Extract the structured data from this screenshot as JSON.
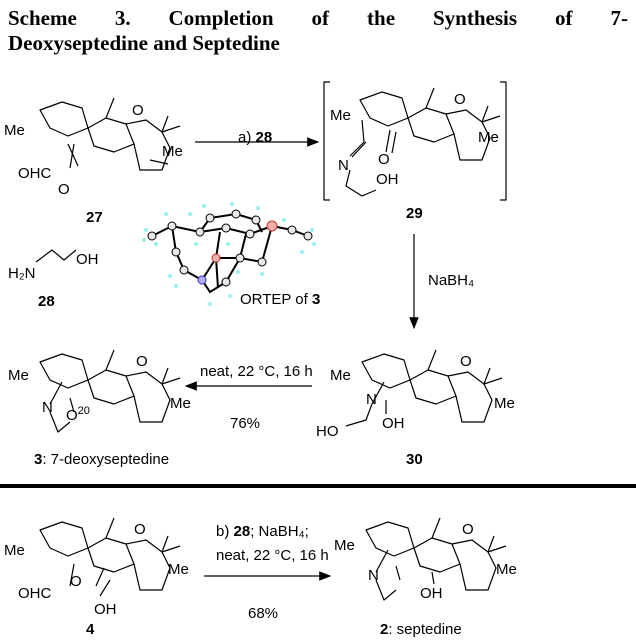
{
  "title": {
    "line1_words": [
      "Scheme",
      "3.",
      "Completion",
      "of",
      "the",
      "Synthesis",
      "of",
      "7-"
    ],
    "line2": "Deoxyseptedine and Septedine"
  },
  "compounds": {
    "c27": {
      "number": "27",
      "me1": "Me",
      "cho": "OHC",
      "o1": "O",
      "o2": "O",
      "me2": "Me"
    },
    "c29": {
      "number": "29",
      "me1": "Me",
      "n": "N",
      "oh": "OH",
      "o1": "O",
      "o2": "O",
      "me2": "Me"
    },
    "c28": {
      "number": "28",
      "h2n": "H₂N",
      "oh": "OH"
    },
    "c30": {
      "number": "30",
      "me1": "Me",
      "n": "N",
      "oh": "OH",
      "ho": "HO",
      "o1": "O",
      "me2": "Me"
    },
    "c3": {
      "number": "3",
      "name": ": 7-deoxyseptedine",
      "me1": "Me",
      "n": "N",
      "o": "O",
      "o_sup": "20",
      "o1": "O",
      "me2": "Me"
    },
    "c4": {
      "number": "4",
      "me1": "Me",
      "cho": "OHC",
      "o1": "O",
      "o2": "O",
      "oh": "OH",
      "me2": "Me"
    },
    "c2": {
      "number": "2",
      "name": ": septedine",
      "me1": "Me",
      "n": "N",
      "oh": "OH",
      "o1": "O",
      "me2": "Me"
    }
  },
  "ortep": {
    "label": "ORTEP of ",
    "compound": "3"
  },
  "reactions": {
    "a": {
      "prefix": "a) ",
      "reagent": "28"
    },
    "reduction": {
      "reagent": "NaBH₄"
    },
    "cyclization": {
      "conditions": "neat, 22 °C, 16 h",
      "yield": "76%"
    },
    "b": {
      "prefix": "b) ",
      "reagent": "28",
      "line1_rest": "; NaBH₄;",
      "line2": "neat, 22 °C, 16 h",
      "yield": "68%"
    }
  }
}
